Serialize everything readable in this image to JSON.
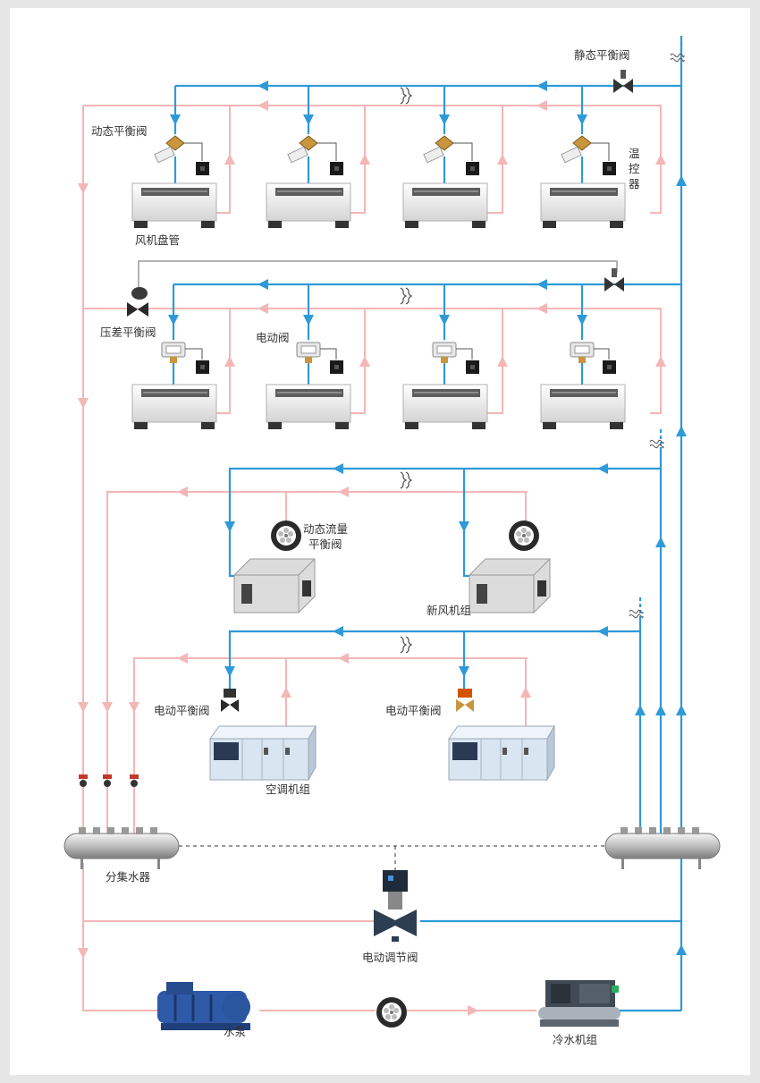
{
  "labels": {
    "static_valve": "静态平衡阀",
    "dynamic_valve": "动态平衡阀",
    "thermostat": [
      "温",
      "控",
      "器"
    ],
    "fan_coil": "风机盘管",
    "diff_pressure_valve": "压差平衡阀",
    "motor_valve": "电动阀",
    "dyn_flow_valve_line1": "动态流量",
    "dyn_flow_valve_line2": "平衡阀",
    "fresh_air_unit": "新风机组",
    "motor_balance_valve_left": "电动平衡阀",
    "motor_balance_valve_right": "电动平衡阀",
    "ahu": "空调机组",
    "manifold": "分集水器",
    "motor_regulating_valve": "电动调节阀",
    "pump": "水泵",
    "chiller": "冷水机组"
  },
  "colors": {
    "supply": "#2e9ad8",
    "return": "#f4b6b6",
    "control": "#9a9a9a",
    "background": "#e6e6e6",
    "sheet": "#ffffff"
  },
  "icons": [
    "balance-valve-icon",
    "fan-coil-icon",
    "thermostat-icon",
    "motor-valve-icon",
    "flow-valve-icon",
    "fresh-air-unit-icon",
    "ahu-icon",
    "manifold-icon",
    "pump-icon",
    "chiller-icon",
    "break-mark-icon"
  ]
}
